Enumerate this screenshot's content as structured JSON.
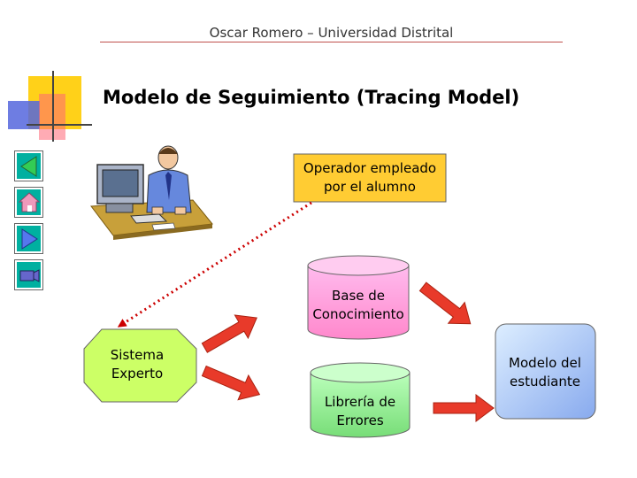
{
  "header": {
    "text": "Oscar Romero – Universidad Distrital"
  },
  "title": "Modelo de Seguimiento (Tracing Model)",
  "nav": [
    {
      "icon": "back-arrow-icon"
    },
    {
      "icon": "home-icon"
    },
    {
      "icon": "forward-arrow-icon"
    },
    {
      "icon": "movie-camera-icon"
    }
  ],
  "illustration": {
    "icon": "person-at-computer-icon"
  },
  "nodes": {
    "operador": "Operador empleado por el alumno",
    "base": "Base de Conocimiento",
    "sistema": "Sistema Experto",
    "libreria": "Librería de Errores",
    "modelo": "Modelo del estudiante"
  },
  "colors": {
    "operador_fill": "#ffcc33",
    "base_fill": "#ff99dd",
    "libreria_fill": "#99ee99",
    "sistema_fill": "#ccff66",
    "modelo_fill": "#aaccff",
    "arrow": "#e83a2a",
    "dotted": "#cc0000"
  }
}
